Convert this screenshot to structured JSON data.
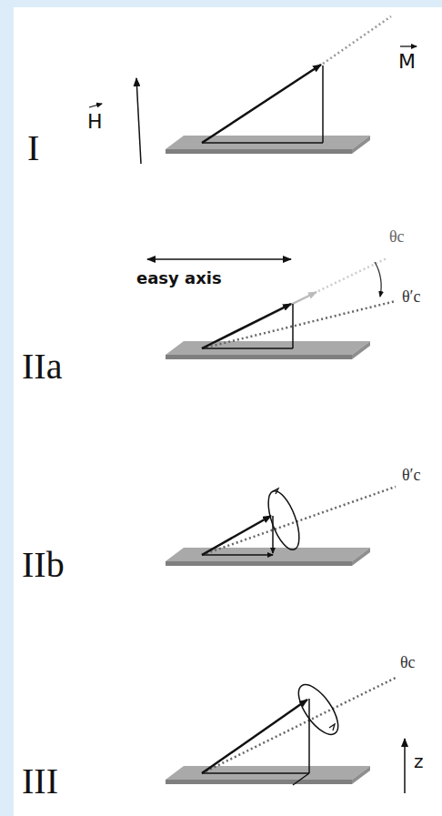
{
  "diagram": {
    "labels": [
      "M",
      "H",
      "I",
      "θc",
      "θ′c",
      "easy axis",
      "IIa",
      "θ′c",
      "IIb",
      "θc",
      "z",
      "III"
    ]
  }
}
